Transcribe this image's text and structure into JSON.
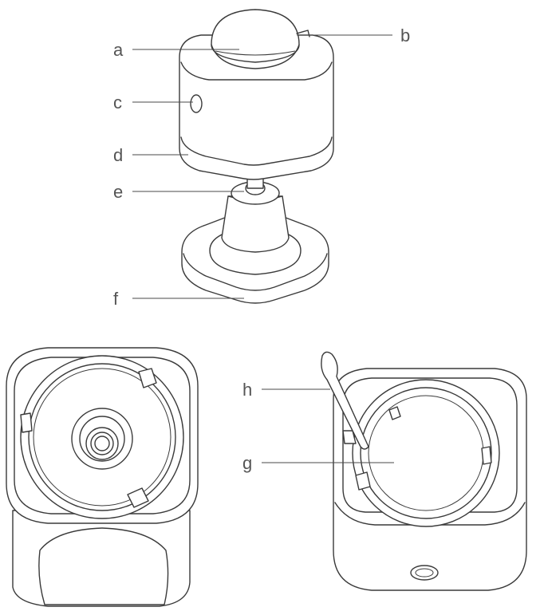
{
  "labels": {
    "a": "a",
    "b": "b",
    "c": "c",
    "d": "d",
    "e": "e",
    "f": "f",
    "g": "g",
    "h": "h"
  }
}
